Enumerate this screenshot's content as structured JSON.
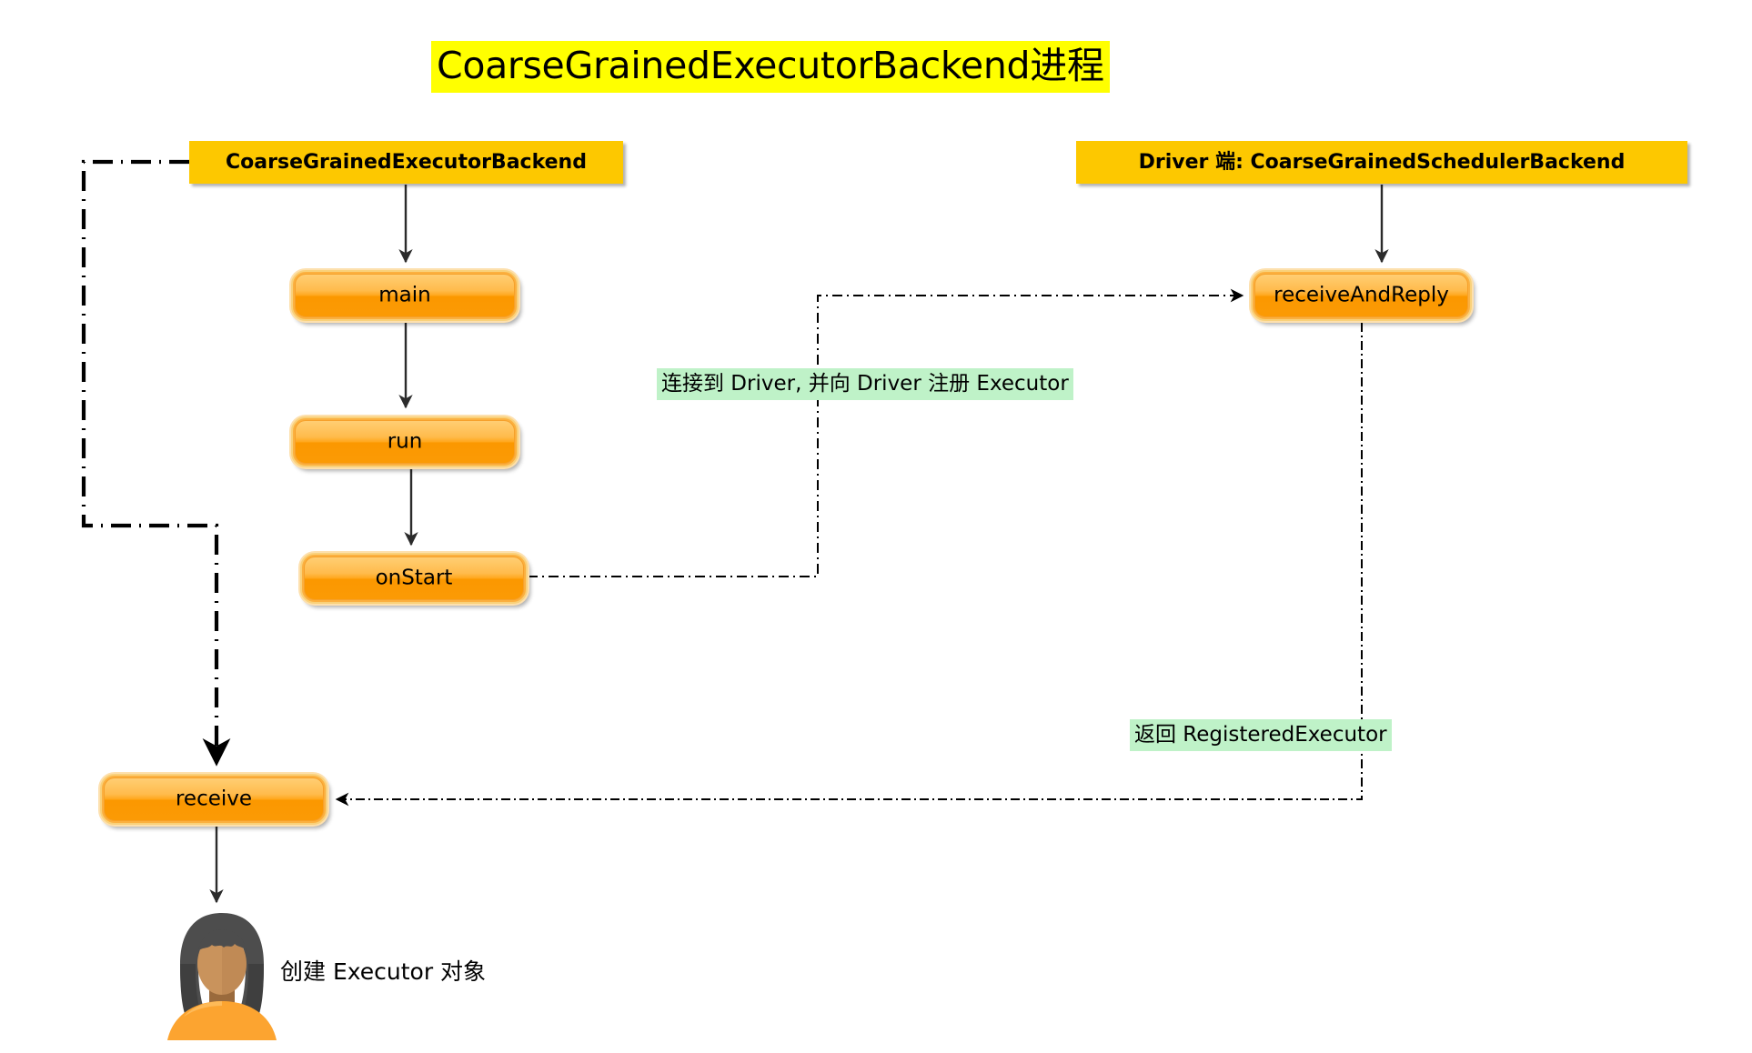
{
  "title": "CoarseGrainedExecutorBackend进程",
  "headers": {
    "left": "CoarseGrainedExecutorBackend",
    "right": "Driver 端: CoarseGrainedSchedulerBackend"
  },
  "nodes": {
    "main": "main",
    "run": "run",
    "onStart": "onStart",
    "receive": "receive",
    "receiveAndReply": "receiveAndReply"
  },
  "edge_labels": {
    "register": "连接到 Driver, 并向 Driver 注册 Executor",
    "reply": "返回 RegisteredExecutor"
  },
  "actor": {
    "caption": "创建 Executor 对象",
    "icon": "person-avatar-icon"
  },
  "colors": {
    "title_highlight": "#ffff00",
    "header_fill": "#fdc800",
    "node_fill": "#fb9a05",
    "node_fill_light": "#ffce73",
    "node_border": "#f9d17a",
    "edge_label_fill": "#bff2c8",
    "line": "#000000",
    "solid_arrow": "#2b2b2b",
    "background": "#ffffff"
  }
}
